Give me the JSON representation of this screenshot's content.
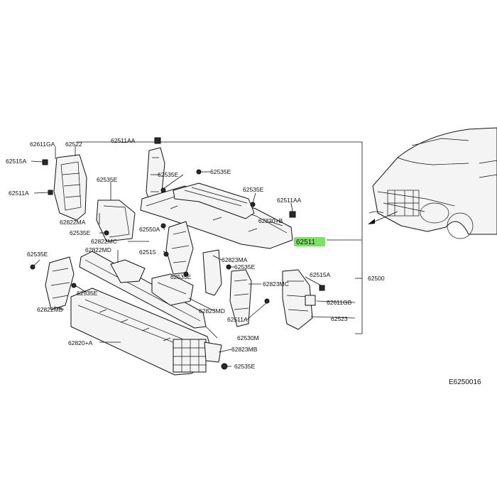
{
  "diagram": {
    "code": "E6250016",
    "highlight_color": "#7ee06a",
    "labels": [
      {
        "id": "l1",
        "text": "62611GA"
      },
      {
        "id": "l2",
        "text": "62522"
      },
      {
        "id": "l3",
        "text": "62515A"
      },
      {
        "id": "l4",
        "text": "62511A"
      },
      {
        "id": "l5",
        "text": "62511AA"
      },
      {
        "id": "l6",
        "text": "62535E"
      },
      {
        "id": "l7",
        "text": "62535E"
      },
      {
        "id": "l8",
        "text": "62535E"
      },
      {
        "id": "l9",
        "text": "62535E"
      },
      {
        "id": "l10",
        "text": "62511AA"
      },
      {
        "id": "l11",
        "text": "62822MA"
      },
      {
        "id": "l12",
        "text": "62535E"
      },
      {
        "id": "l13",
        "text": "62550A"
      },
      {
        "id": "l14",
        "text": "62820+B"
      },
      {
        "id": "l15",
        "text": "62822MC"
      },
      {
        "id": "l16",
        "text": "62511"
      },
      {
        "id": "l17",
        "text": "62822MD"
      },
      {
        "id": "l18",
        "text": "62515"
      },
      {
        "id": "l19",
        "text": "62823MA"
      },
      {
        "id": "l20",
        "text": "62535E"
      },
      {
        "id": "l21",
        "text": "62535E"
      },
      {
        "id": "l22",
        "text": "62535E"
      },
      {
        "id": "l23",
        "text": "62515A"
      },
      {
        "id": "l24",
        "text": "62500"
      },
      {
        "id": "l25",
        "text": "62823MC"
      },
      {
        "id": "l26",
        "text": "62535E"
      },
      {
        "id": "l27",
        "text": "62611GB"
      },
      {
        "id": "l28",
        "text": "62822MB"
      },
      {
        "id": "l29",
        "text": "62511A"
      },
      {
        "id": "l30",
        "text": "62523"
      },
      {
        "id": "l31",
        "text": "62823MD"
      },
      {
        "id": "l32",
        "text": "62530M"
      },
      {
        "id": "l33",
        "text": "62820+A"
      },
      {
        "id": "l34",
        "text": "62823MB"
      },
      {
        "id": "l35",
        "text": "62535E"
      }
    ]
  }
}
